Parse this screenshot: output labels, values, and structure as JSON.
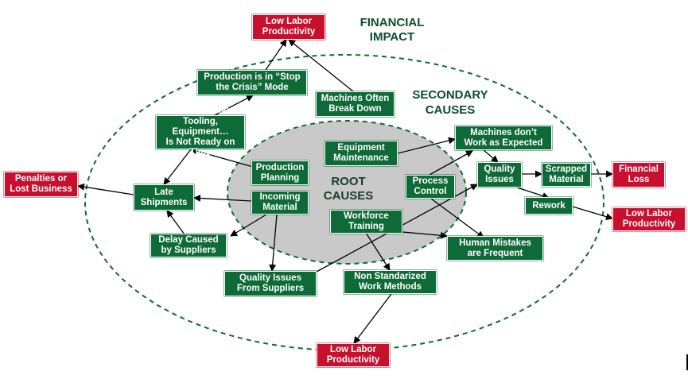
{
  "colors": {
    "green": "#0e6b37",
    "red": "#c8102e",
    "inner_fill": "#c9c9c9",
    "zone_text": "#0b4f2a"
  },
  "zones": {
    "financial": "FINANCIAL\nIMPACT",
    "secondary": "SECONDARY\nCAUSES",
    "root": "ROOT\nCAUSES"
  },
  "nodes": {
    "low_labor_top": "Low Labor\nProductivity",
    "stop_crisis": "Production is in “Stop\nthe Crisis” Mode",
    "machines_break": "Machines Often\nBreak Down",
    "some_materials": "Some Materials\nTooling, Equipment…\nIs Not Ready on Time",
    "equipment_maintenance": "Equipment\nMaintenance",
    "machines_dont_work": "Machines don’t\nWork as Expected",
    "production_planning": "Production\nPlanning",
    "process_control": "Process\nControl",
    "quality_issues": "Quality\nIssues",
    "scrapped_material": "Scrapped\nMaterial",
    "financial_loss": "Financial\nLoss",
    "penalties": "Penalties or\nLost Business",
    "late_shipments": "Late\nShipments",
    "incoming_material": "Incoming\nMaterial",
    "rework": "Rework",
    "low_labor_right": "Low Labor\nProductivity",
    "workforce_training": "Workforce\nTraining",
    "delay_suppliers": "Delay Caused\nby Suppliers",
    "human_mistakes": "Human Mistakes\nare Frequent",
    "quality_from_suppliers": "Quality Issues\nFrom Suppliers",
    "non_standard": "Non Standarized\nWork Methods",
    "low_labor_bottom": "Low Labor\nProductivity"
  }
}
